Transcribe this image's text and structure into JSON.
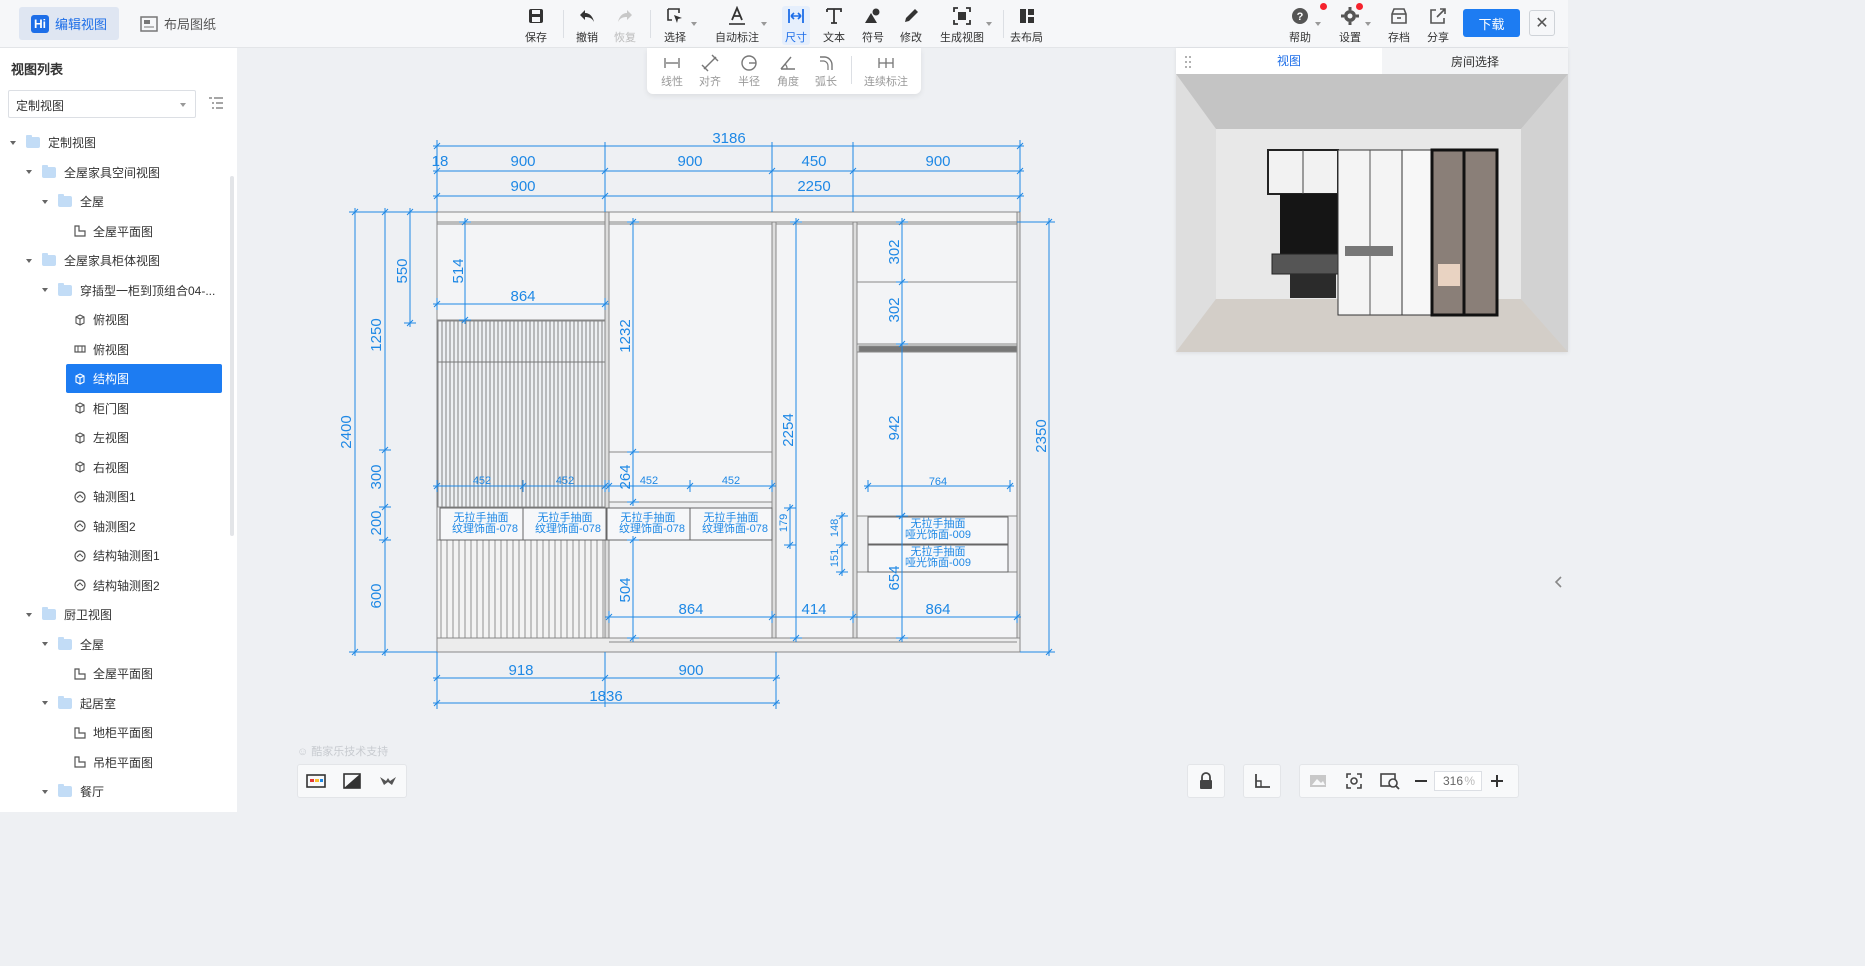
{
  "header": {
    "edit_view": "编辑视图",
    "layout_drawing": "布局图纸",
    "logo_text": "Hi",
    "tools": {
      "save": "保存",
      "undo": "撤销",
      "redo": "恢复",
      "select": "选择",
      "auto_dim": "自动标注",
      "dimension": "尺寸",
      "text": "文本",
      "symbol": "符号",
      "modify": "修改",
      "gen_view": "生成视图",
      "to_layout": "去布局"
    },
    "right": {
      "help": "帮助",
      "settings": "设置",
      "archive": "存档",
      "share": "分享",
      "download": "下载"
    },
    "accent": "#1d7cf2"
  },
  "subtools": {
    "linear": "线性",
    "aligned": "对齐",
    "radius": "半径",
    "angle": "角度",
    "arc_length": "弧长",
    "continuous": "连续标注"
  },
  "sidebar": {
    "title": "视图列表",
    "select_value": "定制视图",
    "tree": [
      {
        "label": "定制视图",
        "level": 0,
        "kind": "folder",
        "expanded": true
      },
      {
        "label": "全屋家具空间视图",
        "level": 1,
        "kind": "folder",
        "expanded": true
      },
      {
        "label": "全屋",
        "level": 2,
        "kind": "folder",
        "expanded": true
      },
      {
        "label": "全屋平面图",
        "level": 3,
        "kind": "plan"
      },
      {
        "label": "全屋家具柜体视图",
        "level": 1,
        "kind": "folder",
        "expanded": true
      },
      {
        "label": "穿插型一柜到顶组合04-...",
        "level": 2,
        "kind": "folder",
        "expanded": true
      },
      {
        "label": "俯视图",
        "level": 3,
        "kind": "cube"
      },
      {
        "label": "俯视图",
        "level": 3,
        "kind": "top"
      },
      {
        "label": "结构图",
        "level": 3,
        "kind": "cube",
        "selected": true
      },
      {
        "label": "柜门图",
        "level": 3,
        "kind": "cube"
      },
      {
        "label": "左视图",
        "level": 3,
        "kind": "cube"
      },
      {
        "label": "右视图",
        "level": 3,
        "kind": "cube"
      },
      {
        "label": "轴测图1",
        "level": 3,
        "kind": "axo"
      },
      {
        "label": "轴测图2",
        "level": 3,
        "kind": "axo"
      },
      {
        "label": "结构轴测图1",
        "level": 3,
        "kind": "axo"
      },
      {
        "label": "结构轴测图2",
        "level": 3,
        "kind": "axo"
      },
      {
        "label": "厨卫视图",
        "level": 1,
        "kind": "folder",
        "expanded": true
      },
      {
        "label": "全屋",
        "level": 2,
        "kind": "folder",
        "expanded": true
      },
      {
        "label": "全屋平面图",
        "level": 3,
        "kind": "plan"
      },
      {
        "label": "起居室",
        "level": 2,
        "kind": "folder",
        "expanded": true
      },
      {
        "label": "地柜平面图",
        "level": 3,
        "kind": "plan"
      },
      {
        "label": "吊柜平面图",
        "level": 3,
        "kind": "plan"
      },
      {
        "label": "餐厅",
        "level": 2,
        "kind": "folder",
        "expanded": true
      }
    ]
  },
  "panel3d": {
    "tab_view": "视图",
    "tab_room": "房间选择"
  },
  "drawing": {
    "dims": {
      "total_width": "3186",
      "d18": "18",
      "w900a": "900",
      "w900b": "900",
      "w450": "450",
      "w900c": "900",
      "w900_2": "900",
      "w2250": "2250",
      "h2400": "2400",
      "h1250": "1250",
      "h550": "550",
      "h300": "300",
      "h200": "200",
      "h600": "600",
      "h514": "514",
      "w864a": "864",
      "h1232": "1232",
      "h264": "264",
      "h504": "504",
      "h2254": "2254",
      "h179": "179",
      "h302a": "302",
      "h302b": "302",
      "h942": "942",
      "w764": "764",
      "h148": "148",
      "h151": "151",
      "h654": "654",
      "h2350": "2350",
      "w452a": "452",
      "w452b": "452",
      "w452c": "452",
      "w452d": "452",
      "w864b": "864",
      "w414": "414",
      "w864c": "864",
      "w918": "918",
      "w900_3": "900",
      "w1836": "1836"
    },
    "drawers": {
      "d1a": "无拉手抽面",
      "d1b": "纹理饰面-078",
      "d2a": "无拉手抽面",
      "d2b": "纹理饰面-078",
      "d3a": "无拉手抽面",
      "d3b": "纹理饰面-078",
      "d4a": "无拉手抽面",
      "d4b": "纹理饰面-078",
      "d5a": "无拉手抽面",
      "d5b": "哑光饰面-009",
      "d6a": "无拉手抽面",
      "d6b": "哑光饰面-009"
    },
    "dim_color": "#1e88e5"
  },
  "footer": {
    "watermark": "酷家乐技术支持",
    "zoom_value": "316",
    "zoom_unit": "%"
  }
}
